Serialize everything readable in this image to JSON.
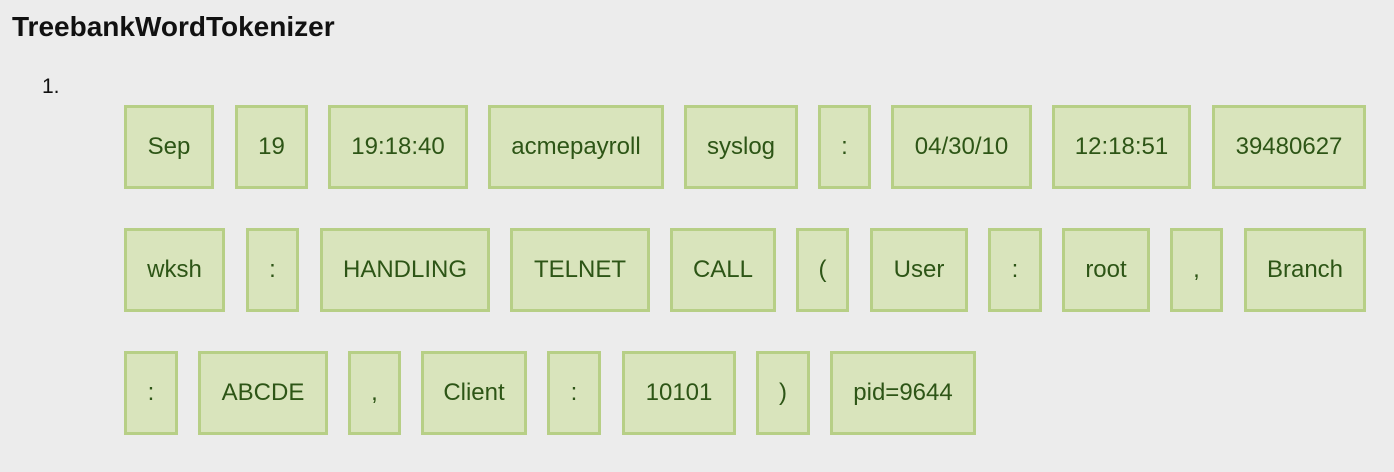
{
  "title": "TreebankWordTokenizer",
  "list_marker": "1.",
  "rows": [
    [
      "Sep",
      "19",
      "19:18:40",
      "acmepayroll",
      "syslog",
      ":",
      "04/30/10",
      "12:18:51",
      "39480627"
    ],
    [
      "wksh",
      ":",
      "HANDLING",
      "TELNET",
      "CALL",
      "(",
      "User",
      ":",
      "root",
      ",",
      "Branch"
    ],
    [
      ":",
      "ABCDE",
      ",",
      "Client",
      ":",
      "10101",
      ")",
      "pid=9644"
    ]
  ],
  "colors": {
    "background": "#ececec",
    "token_fill": "#d9e4bc",
    "token_border": "#b7cf86",
    "token_text": "#2d5516"
  }
}
